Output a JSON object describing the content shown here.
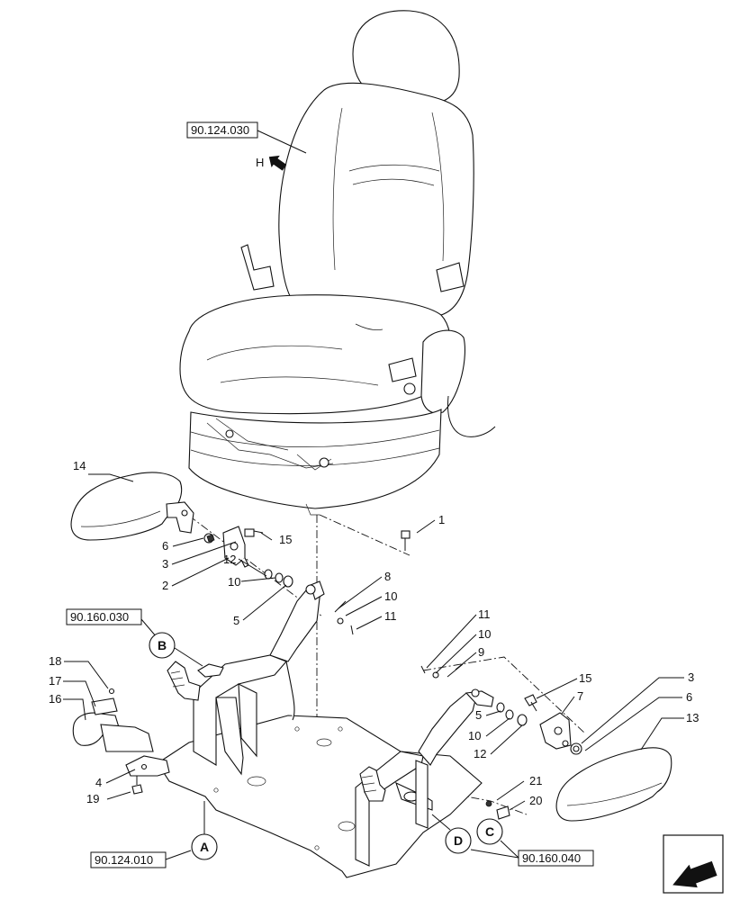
{
  "references": {
    "seat": "90.124.030",
    "left_bracket": "90.160.030",
    "right_bracket": "90.160.040",
    "base": "90.124.010"
  },
  "view_markers": {
    "seat_view": "H"
  },
  "circle_labels": {
    "a": "A",
    "b": "B",
    "c": "C",
    "d": "D"
  },
  "callouts": {
    "c1": "1",
    "c2": "2",
    "c3_left": "3",
    "c5_left": "5",
    "c6_left": "6",
    "c8": "8",
    "c10_left_a": "10",
    "c10_left_b": "10",
    "c11_left": "11",
    "c12_left": "12",
    "c14": "14",
    "c15_left": "15",
    "c4": "4",
    "c16": "16",
    "c17": "17",
    "c18": "18",
    "c19": "19",
    "c11_right": "11",
    "c10_right_a": "10",
    "c9": "9",
    "c15_right": "15",
    "c7": "7",
    "c5_right": "5",
    "c10_right_b": "10",
    "c12_right": "12",
    "c3_right": "3",
    "c6_right": "6",
    "c13": "13",
    "c21": "21",
    "c20": "20"
  }
}
